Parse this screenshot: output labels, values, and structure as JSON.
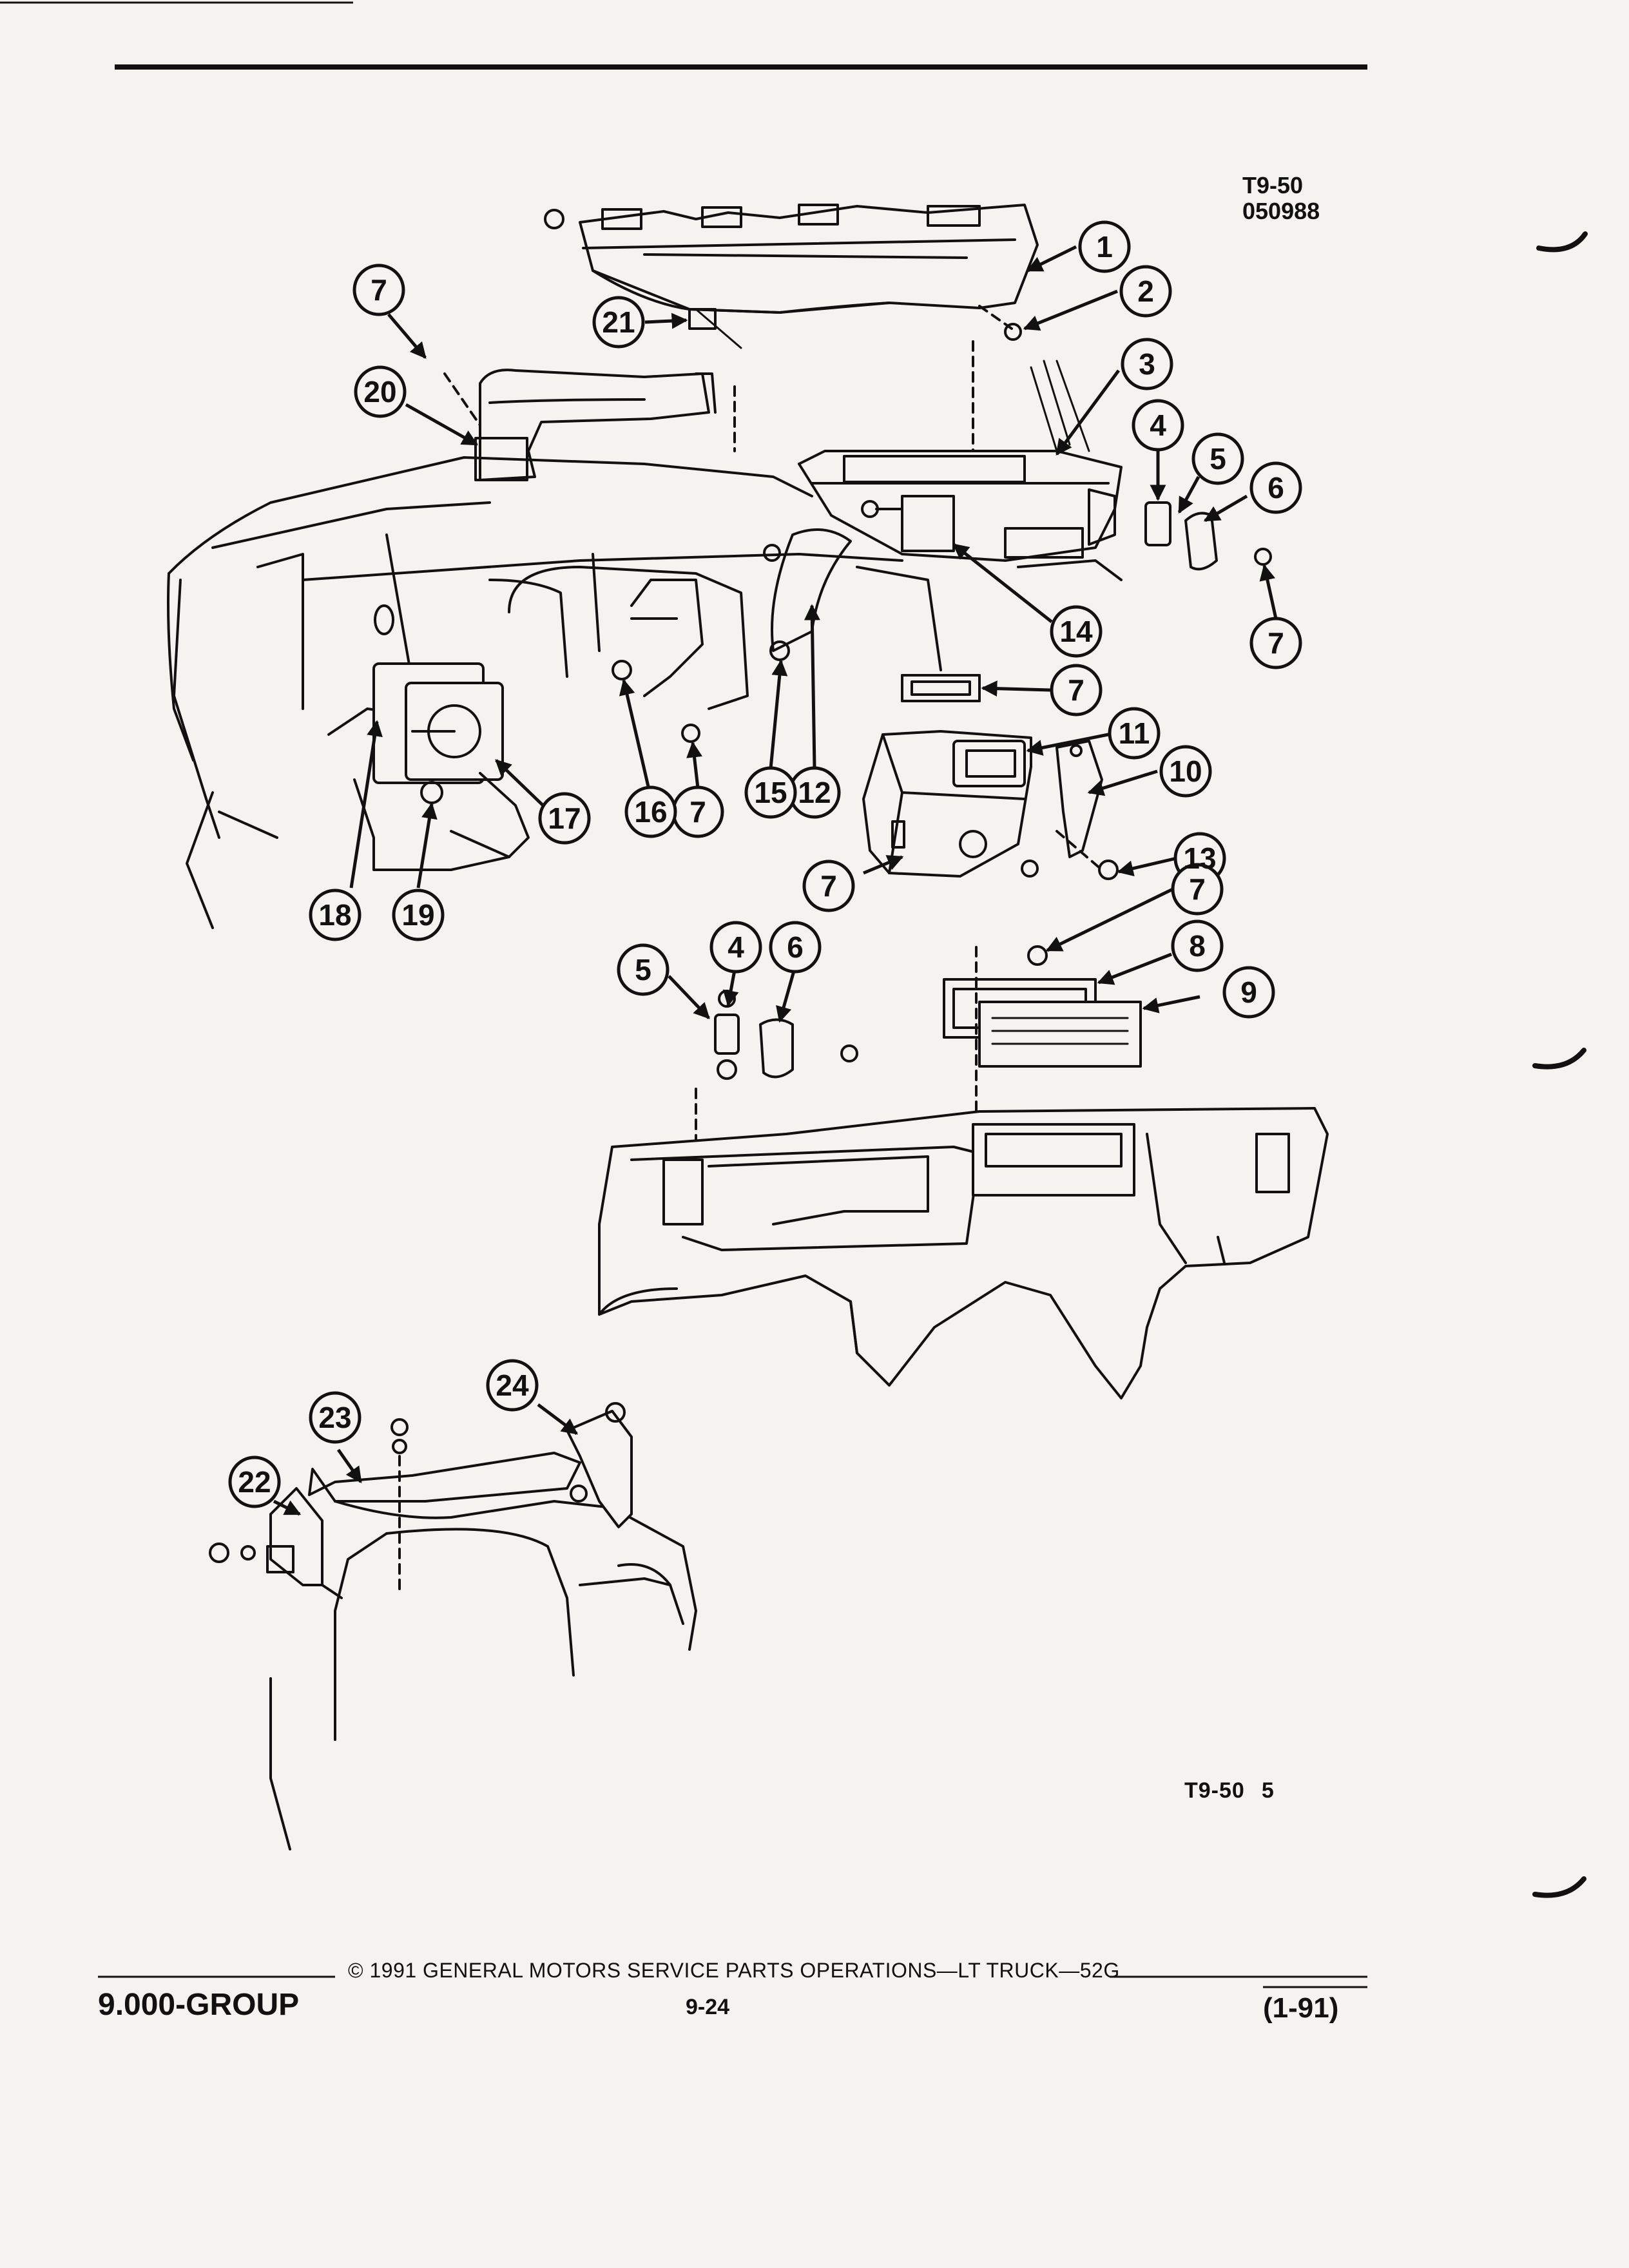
{
  "header": {
    "figure_id": "T9-50",
    "figure_date": "050988"
  },
  "callouts": [
    {
      "label": "1"
    },
    {
      "label": "2"
    },
    {
      "label": "3"
    },
    {
      "label": "4"
    },
    {
      "label": "5"
    },
    {
      "label": "6"
    },
    {
      "label": "7"
    },
    {
      "label": "14"
    },
    {
      "label": "7"
    },
    {
      "label": "20"
    },
    {
      "label": "21"
    },
    {
      "label": "7"
    },
    {
      "label": "11"
    },
    {
      "label": "10"
    },
    {
      "label": "12"
    },
    {
      "label": "15"
    },
    {
      "label": "7"
    },
    {
      "label": "16"
    },
    {
      "label": "17"
    },
    {
      "label": "18"
    },
    {
      "label": "19"
    },
    {
      "label": "7"
    },
    {
      "label": "13"
    },
    {
      "label": "7"
    },
    {
      "label": "8"
    },
    {
      "label": "9"
    },
    {
      "label": "5"
    },
    {
      "label": "4"
    },
    {
      "label": "6"
    },
    {
      "label": "24"
    },
    {
      "label": "23"
    },
    {
      "label": "22"
    }
  ],
  "figure_ref": {
    "code": "T9-50",
    "number": "5"
  },
  "footer": {
    "copyright": "© 1991 GENERAL MOTORS SERVICE PARTS OPERATIONS—LT TRUCK—52G",
    "group": "9.000-GROUP",
    "page": "9-24",
    "date_code": "(1-91)"
  }
}
